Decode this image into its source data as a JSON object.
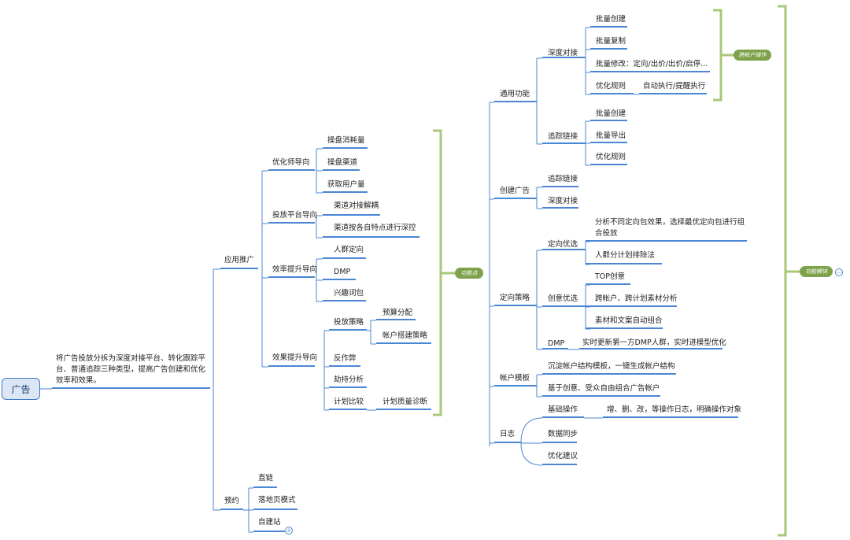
{
  "root": "广告",
  "desc": "将广告投放分拆为深度对接平台、转化跟踪平台、普通追踪三种类型，提高广告创建和优化效率和效果。",
  "l1": {
    "app": "应用推广",
    "yuyue": "预约"
  },
  "l2": {
    "youhuashi": "优化师导向",
    "toufang": "投放平台导向",
    "xiaolv": "效率提升导向",
    "xiaoguo": "效果提升导向"
  },
  "l3": {
    "caopan_xh": "操盘消耗量",
    "caopan_qd": "操盘渠道",
    "huoqu": "获取用户量",
    "qd_jieou": "渠道对接解耦",
    "qd_shenkong": "渠道按各自特点进行深控",
    "renqun": "人群定向",
    "dmp": "DMP",
    "xingqu": "兴趣词包",
    "celue": "投放策略",
    "fanzuobi": "反作弊",
    "jiechi": "劫持分析",
    "jihua": "计划比较"
  },
  "l4": {
    "yusuan": "预算分配",
    "zhanghu_dajian": "帐户搭建策略",
    "zhiliang": "计划质量诊断"
  },
  "yuyue_items": {
    "zhilian": "直链",
    "luodi": "落地页模式",
    "zijian": "自建站"
  },
  "collapse_badge": "③",
  "pill_gongneng": "功能点",
  "pill_kuazhanghu": "跨帐户操作",
  "pill_mokuai": "功能模块",
  "right_l1": {
    "tongyong": "通用功能",
    "chuangjian": "创建广告",
    "dingxiang_cl": "定向策略",
    "zhanghu_mb": "帐户模板",
    "rizhi": "日志"
  },
  "right_l2": {
    "shendu": "深度对接",
    "zhuizong": "追踪链接",
    "cj_zhuizong": "追踪链接",
    "cj_shendu": "深度对接",
    "dx_youxuan": "定向优选",
    "cy_youxuan": "创意优选",
    "dmp": "DMP",
    "mb1": "沉淀帐户结构模板，一键生成帐户结构",
    "mb2": "基于创意、受众自由组合广告帐户",
    "jichu": "基础操作",
    "shuju": "数据同步",
    "youhua_jy": "优化建议"
  },
  "right_l3": {
    "pl_chuangjian": "批量创建",
    "pl_fuzhi": "批量复制",
    "pl_xiugai": "批量修改：定向/出价/出价/启停...",
    "yh_guize": "优化规则",
    "zz_chuangjian": "批量创建",
    "zz_daochu": "批量导出",
    "zz_guize": "优化规则",
    "dx1": "分析不同定向包效果，选择最优定向包进行组合投放",
    "dx2": "人群分计划排除法",
    "top": "TOP创意",
    "kua": "跨帐户、跨计划素材分析",
    "sucai": "素材和文案自动组合",
    "dmp_rt": "实时更新第一方DMP人群，实时进模型优化",
    "jichu_d": "增、删、改，等操作日志，明确操作对象"
  },
  "right_l4": {
    "auto": "自动执行/提醒执行"
  },
  "collapse_badge2": "—"
}
